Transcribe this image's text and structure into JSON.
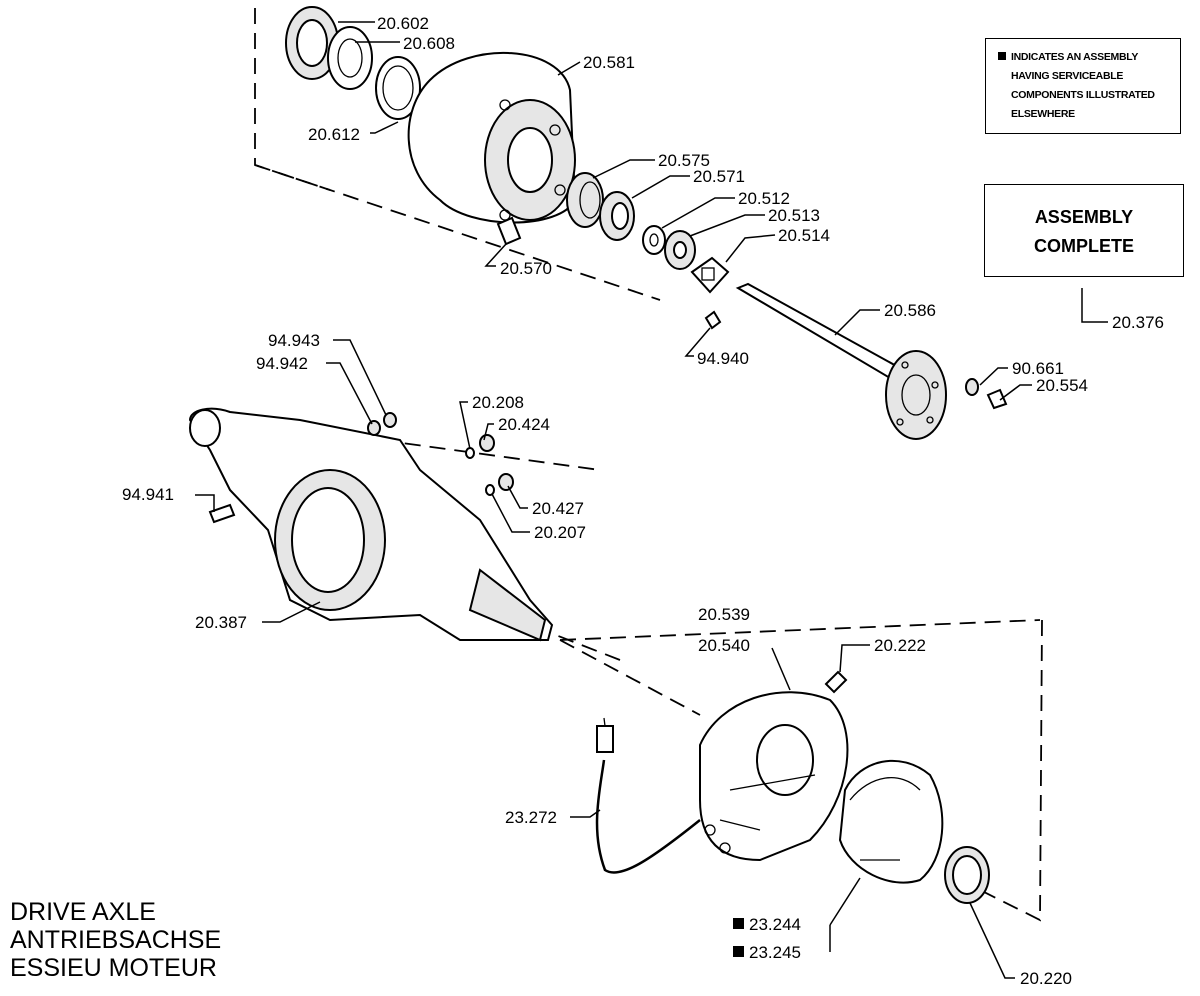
{
  "note": {
    "line1": "INDICATES AN ASSEMBLY",
    "line2": "HAVING SERVICEABLE",
    "line3": "COMPONENTS ILLUSTRATED",
    "line4": "ELSEWHERE"
  },
  "assembly_box": {
    "line1": "ASSEMBLY",
    "line2": "COMPLETE"
  },
  "title": {
    "en": "DRIVE AXLE",
    "de": "ANTRIEBSACHSE",
    "fr": "ESSIEU MOTEUR"
  },
  "parts": {
    "p20602": "20.602",
    "p20608": "20.608",
    "p20612": "20.612",
    "p20581": "20.581",
    "p20575": "20.575",
    "p20571": "20.571",
    "p20512": "20.512",
    "p20513": "20.513",
    "p20514": "20.514",
    "p20570": "20.570",
    "p20376": "20.376",
    "p20586": "20.586",
    "p94940": "94.940",
    "p90661": "90.661",
    "p20554": "20.554",
    "p94943": "94.943",
    "p94942": "94.942",
    "p20208": "20.208",
    "p20424": "20.424",
    "p94941": "94.941",
    "p20427": "20.427",
    "p20207": "20.207",
    "p20387": "20.387",
    "p20539": "20.539",
    "p20540": "20.540",
    "p20222": "20.222",
    "p23272": "23.272",
    "p23244": "23.244",
    "p23245": "23.245",
    "p20220": "20.220"
  }
}
